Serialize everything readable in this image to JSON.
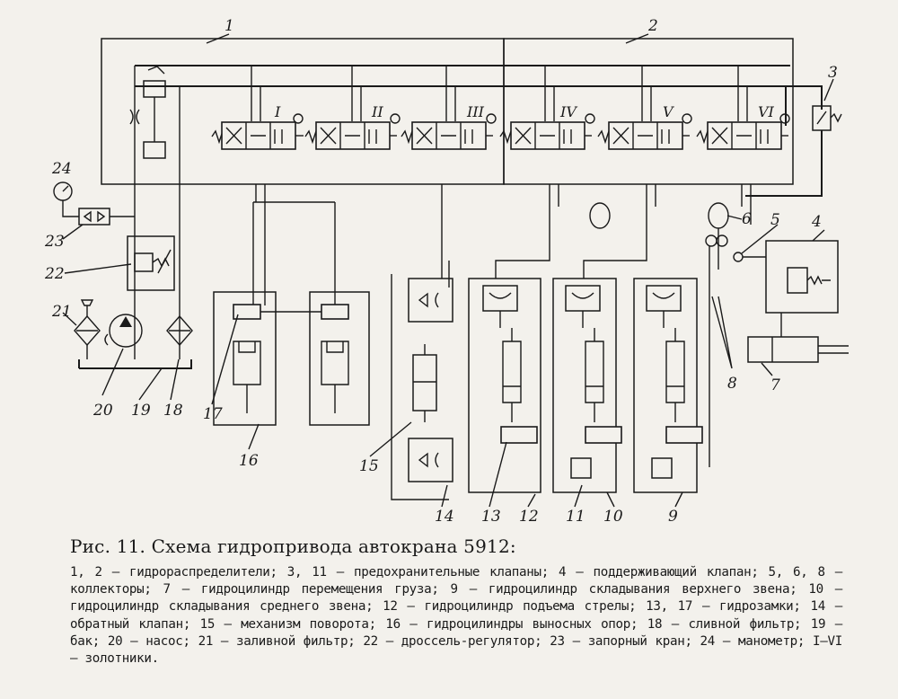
{
  "caption": {
    "title": "Рис. 11. Схема гидропривода автокрана 5912:",
    "legend": "1, 2 — гидрораспределители; 3, 11 — предохранительные клапаны; 4 — поддерживающий клапан; 5, 6, 8 — коллекторы; 7 — гидроцилиндр перемещения груза; 9 — гидроцилиндр складывания верхнего звена; 10 — гидроцилиндр складывания среднего звена; 12 — гидроцилиндр подъема стрелы; 13, 17 — гидрозамки; 14 — обратный клапан; 15 — механизм поворота; 16 — гидроцилиндры выносных опор; 18 — сливной фильтр; 19 — бак; 20 — насос; 21 — заливной фильтр; 22 — дроссель-регулятор; 23 — запорный кран; 24 — манометр; I—VI — золотники."
  },
  "labels": {
    "n1": "1",
    "n2": "2",
    "n3": "3",
    "n4": "4",
    "n5": "5",
    "n6": "6",
    "n7": "7",
    "n8": "8",
    "n9": "9",
    "n10": "10",
    "n11": "11",
    "n12": "12",
    "n13": "13",
    "n14": "14",
    "n15": "15",
    "n16": "16",
    "n17": "17",
    "n18": "18",
    "n19": "19",
    "n20": "20",
    "n21": "21",
    "n22": "22",
    "n23": "23",
    "n24": "24"
  },
  "spools": {
    "s1": "I",
    "s2": "II",
    "s3": "III",
    "s4": "IV",
    "s5": "V",
    "s6": "VI"
  }
}
